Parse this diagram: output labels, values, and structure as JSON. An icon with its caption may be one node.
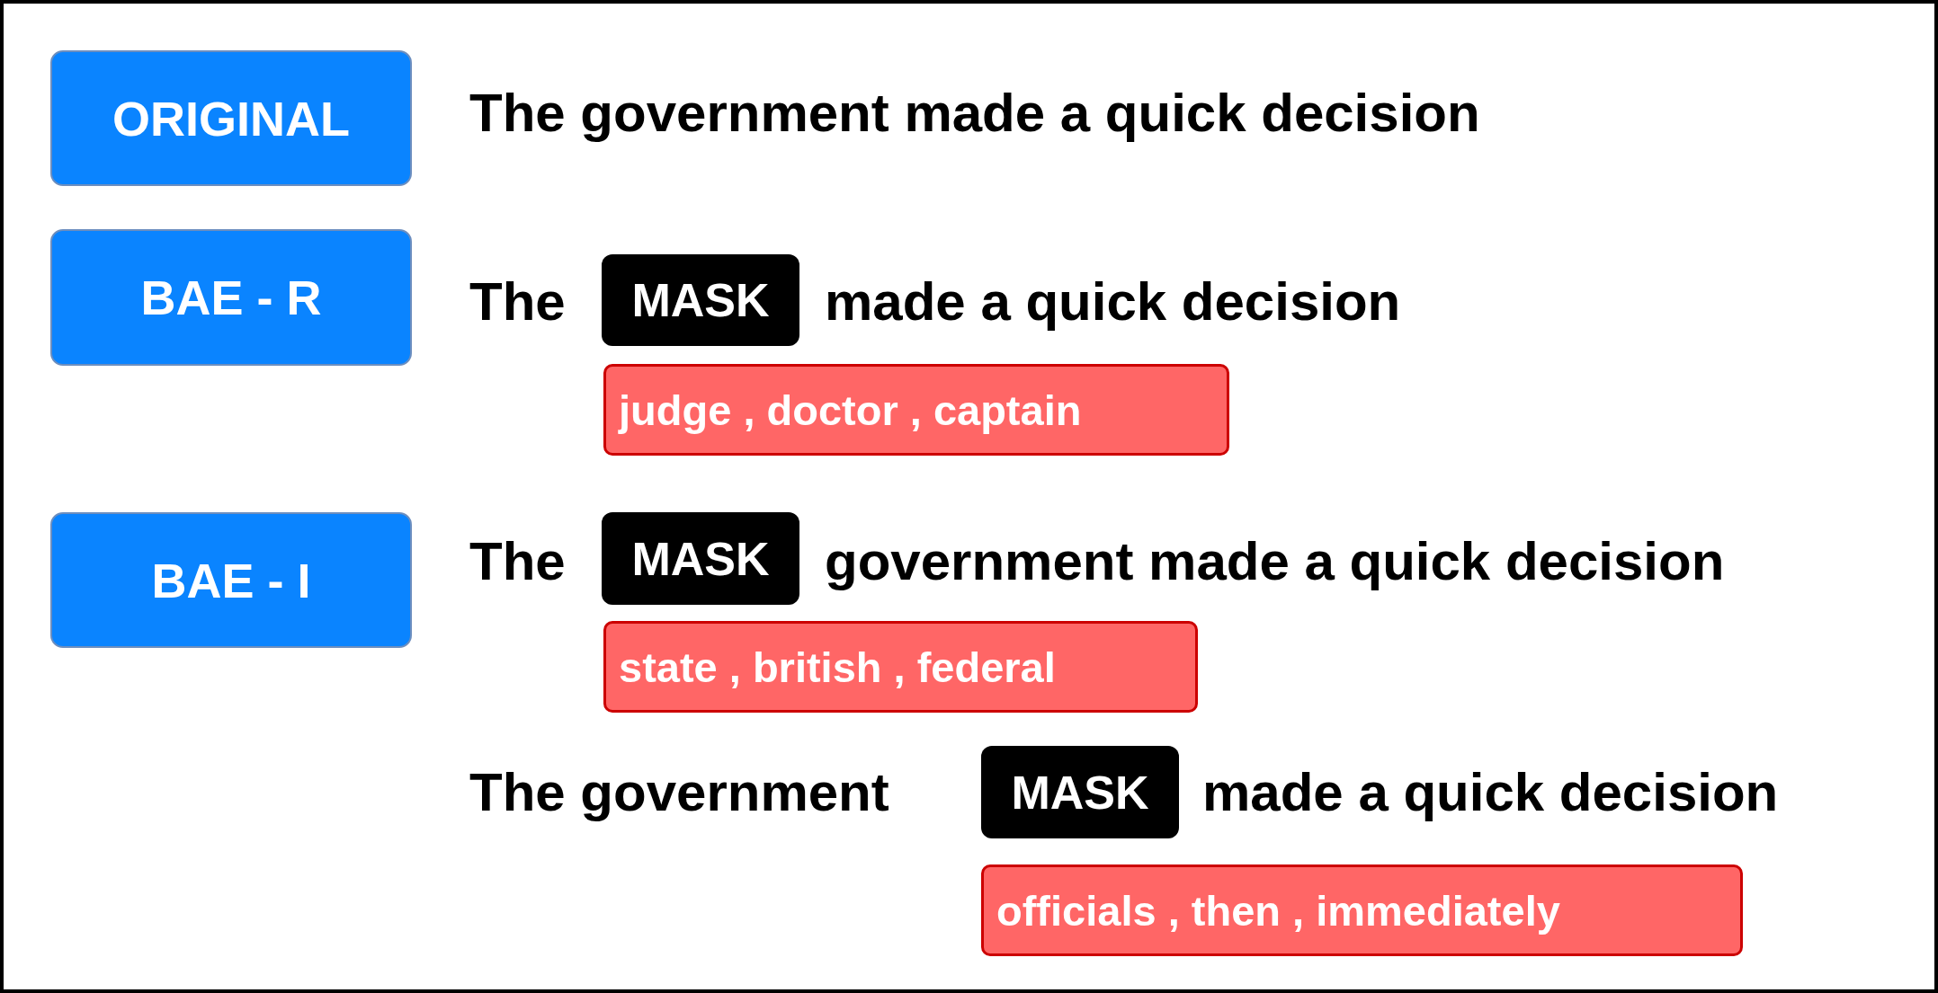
{
  "diagram": {
    "nodes": [
      {
        "text": [
          "ORIGINAL"
        ]
      },
      {
        "text": [
          "BAE - R"
        ]
      },
      {
        "text": [
          "MASK"
        ]
      },
      {
        "text": [
          "judge , doctor , captain"
        ]
      },
      {
        "text": [
          "BAE - I"
        ]
      },
      {
        "text": [
          "MASK"
        ]
      },
      {
        "text": [
          "state , british , federal"
        ]
      },
      {
        "text": [
          "MASK"
        ]
      },
      {
        "text": [
          "officials , then , immediately"
        ]
      }
    ],
    "labels": [
      "The government made a quick decision",
      "The",
      "made a quick decision",
      "The",
      "government made a quick decision",
      "The government",
      "made a quick decision"
    ]
  }
}
